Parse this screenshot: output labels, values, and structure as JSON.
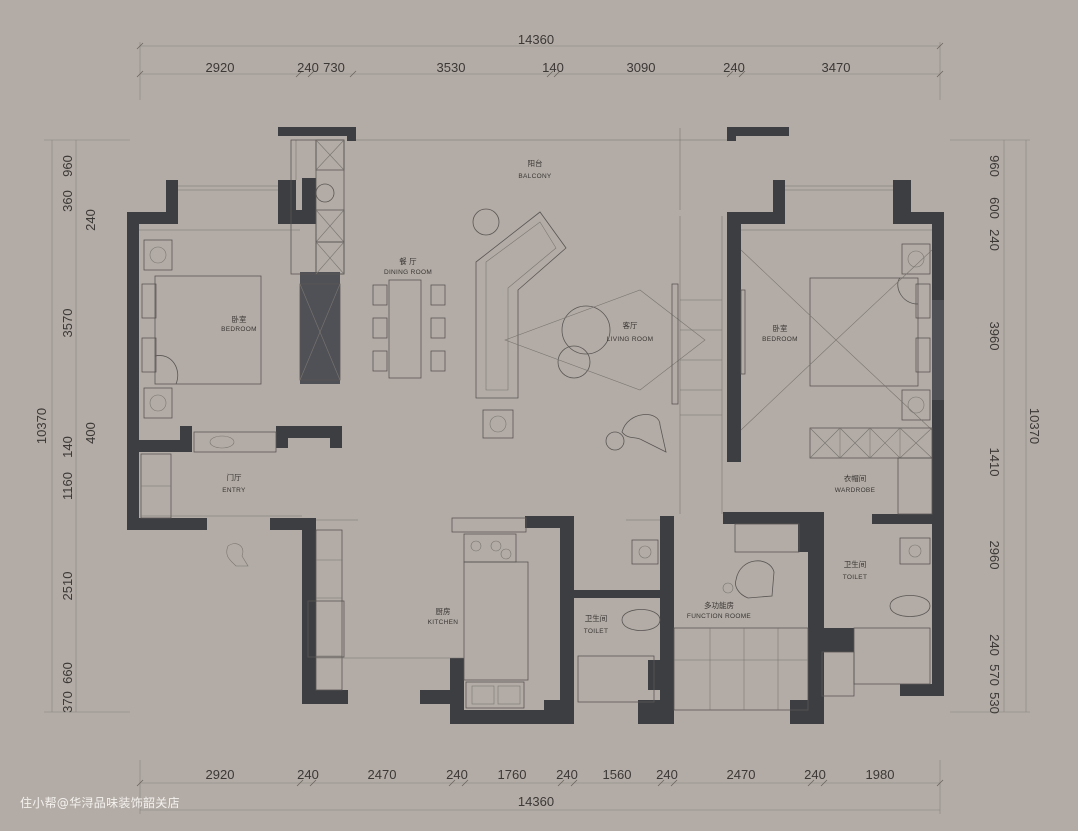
{
  "dimensions": {
    "top_total": "14360",
    "bottom_total": "14360",
    "top_segments": [
      "2920",
      "240",
      "730",
      "3530",
      "140",
      "3090",
      "240",
      "3470"
    ],
    "bottom_segments": [
      "2920",
      "240",
      "2470",
      "240",
      "1760",
      "240",
      "1560",
      "240",
      "2470",
      "240",
      "1980"
    ],
    "left_total": "10370",
    "right_total": "10370",
    "left_segments": [
      "960",
      "360",
      "240",
      "3570",
      "140",
      "400",
      "1160",
      "2510",
      "660",
      "370"
    ],
    "right_segments": [
      "960",
      "600",
      "240",
      "3960",
      "1410",
      "2960",
      "240",
      "570",
      "530"
    ]
  },
  "rooms": {
    "balcony": {
      "cn": "阳台",
      "en": "BALCONY"
    },
    "dining": {
      "cn": "餐 厅",
      "en": "DINING ROOM"
    },
    "living": {
      "cn": "客厅",
      "en": "LIVING ROOM"
    },
    "bedroom_left": {
      "cn": "卧室",
      "en": "BEDROOM"
    },
    "bedroom_right": {
      "cn": "卧室",
      "en": "BEDROOM"
    },
    "entry": {
      "cn": "门厅",
      "en": "ENTRY"
    },
    "kitchen": {
      "cn": "厨房",
      "en": "KITCHEN"
    },
    "toilet_center": {
      "cn": "卫生间",
      "en": "TOILET"
    },
    "function": {
      "cn": "多功能房",
      "en": "FUNCTION ROOME"
    },
    "wardrobe": {
      "cn": "衣帽间",
      "en": "WARDROBE"
    },
    "toilet_right": {
      "cn": "卫生间",
      "en": "TOILET"
    }
  },
  "watermark": "住小帮@华浔品味装饰韶关店",
  "colors": {
    "background": "#b3aca6",
    "wall": "#3d3e42",
    "watermark": "#f4f1ee"
  }
}
